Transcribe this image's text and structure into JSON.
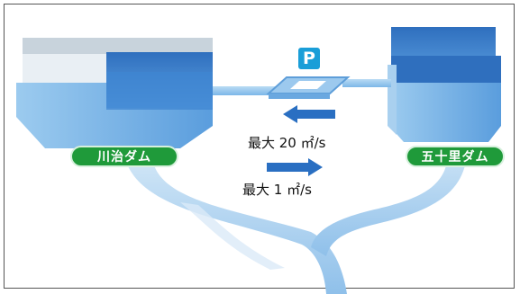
{
  "dam_left": {
    "name": "川治ダム"
  },
  "dam_right": {
    "name": "五十里ダム"
  },
  "flow_to_left": {
    "label": "最大 20 ㎡/s"
  },
  "flow_to_right": {
    "label": "最大 1 ㎡/s"
  },
  "parking": {
    "symbol": "P",
    "icon": "parking-icon"
  },
  "colors": {
    "water": "#6fb0e3",
    "dam_top": "#2e72c0",
    "pill": "#1f9a3a",
    "river": "#a9d0ef",
    "arrow": "#2a6fc2"
  }
}
